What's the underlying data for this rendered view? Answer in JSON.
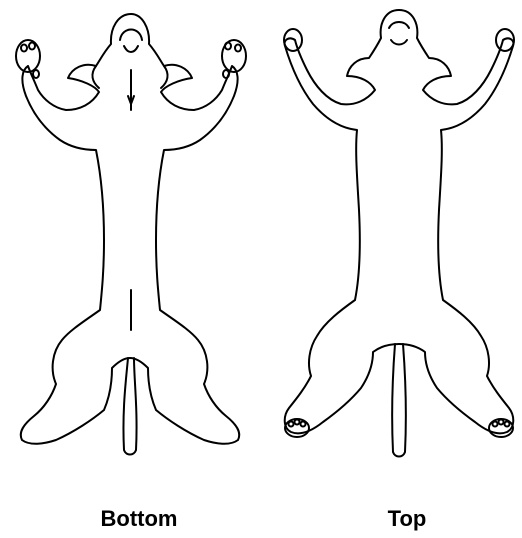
{
  "panels": [
    {
      "caption": "Bottom",
      "view": "ventral",
      "icon": "pelt-outline-bottom"
    },
    {
      "caption": "Top",
      "view": "dorsal",
      "icon": "pelt-outline-top"
    }
  ]
}
